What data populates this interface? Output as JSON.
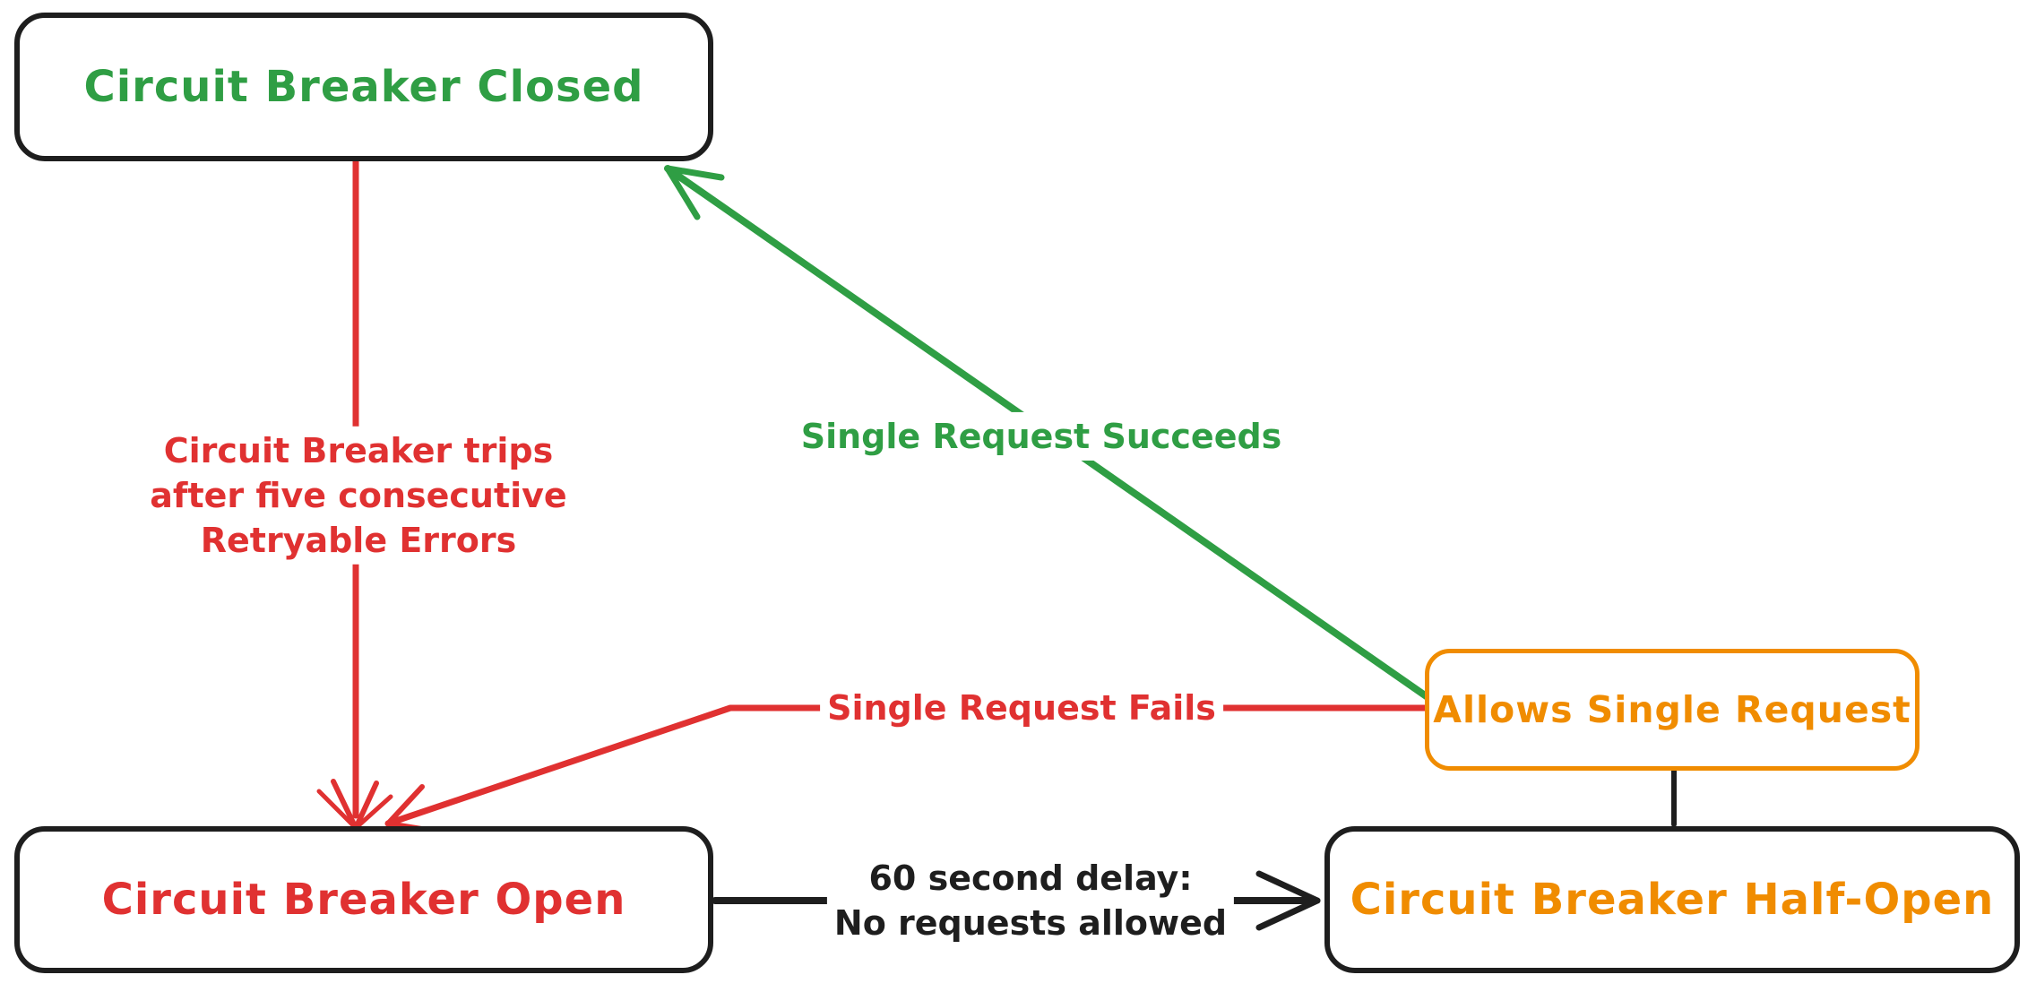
{
  "diagram": {
    "type": "state-diagram",
    "subject": "Circuit Breaker pattern states",
    "colors": {
      "closed_state": "#2f9e44",
      "open_state": "#e03131",
      "half_open_state": "#f08c00",
      "neutral": "#1e1e1e",
      "background": "#ffffff"
    },
    "nodes": {
      "closed": {
        "label": "Circuit Breaker Closed",
        "text_color": "#2f9e44",
        "border_color": "#1e1e1e"
      },
      "open": {
        "label": "Circuit Breaker Open",
        "text_color": "#e03131",
        "border_color": "#1e1e1e"
      },
      "half_open": {
        "label": "Circuit Breaker Half-Open",
        "text_color": "#f08c00",
        "border_color": "#1e1e1e"
      },
      "allows_single_request": {
        "label": "Allows Single Request",
        "text_color": "#f08c00",
        "border_color": "#f08c00"
      }
    },
    "edges": {
      "trip": {
        "from": "closed",
        "to": "open",
        "color": "#e03131",
        "label": "Circuit Breaker trips\nafter five consecutive\nRetryable Errors"
      },
      "succeeds": {
        "from": "allows_single_request",
        "to": "closed",
        "color": "#2f9e44",
        "label": "Single Request Succeeds"
      },
      "fails": {
        "from": "allows_single_request",
        "to": "open",
        "color": "#e03131",
        "label": "Single Request Fails"
      },
      "delay": {
        "from": "open",
        "to": "half_open",
        "color": "#1e1e1e",
        "label": "60 second delay:\nNo requests allowed"
      },
      "half_open_link": {
        "from": "half_open",
        "to": "allows_single_request",
        "color": "#1e1e1e",
        "label": ""
      }
    }
  }
}
